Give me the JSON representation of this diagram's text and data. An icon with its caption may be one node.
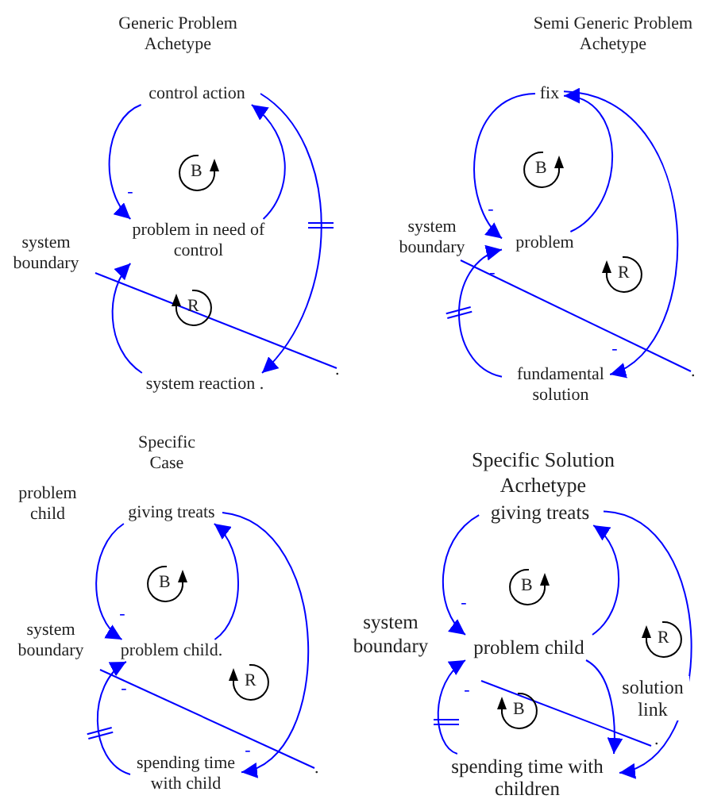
{
  "diagram": {
    "nodes": [
      {
        "text": [
          "control action"
        ]
      },
      {
        "text": [
          "problem in need of control"
        ]
      },
      {
        "text": [
          "system reaction ."
        ]
      },
      {
        "text": [
          "fix"
        ]
      },
      {
        "text": [
          "problem"
        ]
      },
      {
        "text": [
          "fundamental solution"
        ]
      },
      {
        "text": [
          "giving treats"
        ]
      },
      {
        "text": [
          "problem child."
        ]
      },
      {
        "text": [
          "spending time with child"
        ]
      },
      {
        "text": [
          "giving treats"
        ]
      },
      {
        "text": [
          "problem child"
        ]
      },
      {
        "text": [
          "spending time with children"
        ]
      }
    ],
    "edges": [
      {
        "from": 0,
        "to": 1,
        "arrow": "to",
        "label": "-"
      },
      {
        "from": 1,
        "to": 0,
        "arrow": "to"
      },
      {
        "from": 0,
        "to": 2,
        "arrow": "to"
      },
      {
        "from": 2,
        "to": 1,
        "arrow": "to"
      },
      {
        "from": 3,
        "to": 4,
        "arrow": "to",
        "label": "-"
      },
      {
        "from": 4,
        "to": 3,
        "arrow": "to"
      },
      {
        "from": 3,
        "to": 5,
        "arrow": "to",
        "label": "-"
      },
      {
        "from": 5,
        "to": 4,
        "arrow": "to",
        "label": "-"
      },
      {
        "from": 6,
        "to": 7,
        "arrow": "to",
        "label": "-"
      },
      {
        "from": 7,
        "to": 6,
        "arrow": "to"
      },
      {
        "from": 6,
        "to": 8,
        "arrow": "to",
        "label": "-"
      },
      {
        "from": 8,
        "to": 7,
        "arrow": "to",
        "label": "-"
      },
      {
        "from": 9,
        "to": 10,
        "arrow": "to",
        "label": "-"
      },
      {
        "from": 10,
        "to": 9,
        "arrow": "to"
      },
      {
        "from": 9,
        "to": 11,
        "arrow": "to"
      },
      {
        "from": 11,
        "to": 10,
        "arrow": "to",
        "label": "-"
      },
      {
        "from": 10,
        "to": 11,
        "arrow": "to",
        "label": "solution link"
      }
    ],
    "labels": [
      "Generic Problem Achetype",
      "Semi Generic Problem Achetype",
      "B",
      "system boundary",
      "R",
      ".",
      "B",
      "system boundary",
      "R",
      ".",
      "Specific Case",
      "problem child",
      "B",
      "system boundary",
      "R",
      ".",
      "Specific Solution Acrhetype",
      "system boundary",
      "B",
      "R",
      "B",
      "."
    ]
  }
}
